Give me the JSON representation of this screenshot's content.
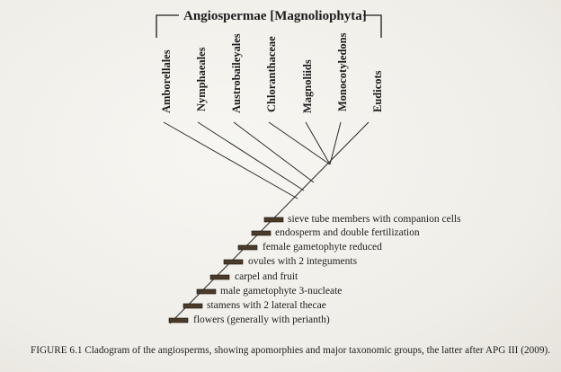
{
  "title": "Angiospermae [Magnoliophyta]",
  "taxa": [
    "Amborellales",
    "Nymphaeales",
    "Austrobaileyales",
    "Chloranthaceae",
    "Magnoliids",
    "Monocotyledons",
    "Eudicots"
  ],
  "apomorphies": [
    "sieve tube members with companion cells",
    "endosperm and double fertilization",
    "female gametophyte reduced",
    "ovules with 2 integuments",
    "carpel and fruit",
    "male gametophyte 3-nucleate",
    "stamens with 2 lateral thecae",
    "flowers (generally with perianth)"
  ],
  "caption": "FIGURE 6.1  Cladogram of the angiosperms, showing apomorphies and major taxonomic groups, the latter after APG III (2009)."
}
